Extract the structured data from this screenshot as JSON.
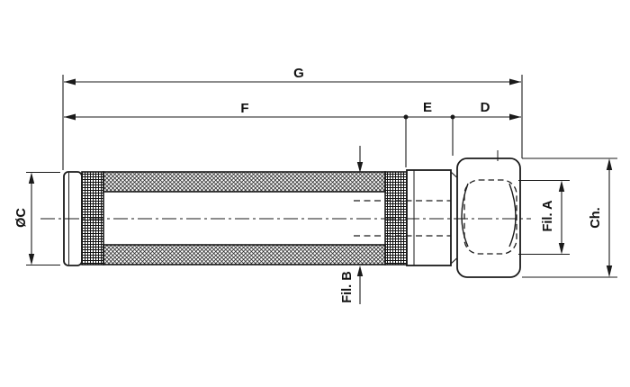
{
  "drawing": {
    "type": "technical-dimension-drawing",
    "colors": {
      "background": "#ffffff",
      "ink": "#1a1a1a",
      "text": "#111111"
    },
    "labels": {
      "overall_length": "G",
      "body_length": "F",
      "neck_length": "E",
      "nut_length": "D",
      "body_diameter": "ØC",
      "thread_a": "Fil. A",
      "wrench_size": "Ch.",
      "thread_b": "Fil. B"
    }
  }
}
